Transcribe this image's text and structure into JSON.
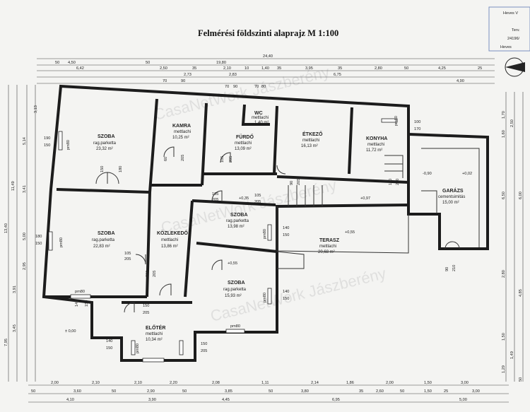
{
  "title": "Felmérési földszinti alaprajz M 1:100",
  "watermark": "CasaNetWork Jászberény",
  "stamp": [
    "Heves V",
    "Terv.",
    "24196/",
    "Heves"
  ],
  "rooms": [
    {
      "id": "szoba1",
      "name": "SZOBA",
      "sub": "rag.parketta",
      "area": "23,32 m²"
    },
    {
      "id": "kamra",
      "name": "KAMRA",
      "sub": "mettlachi",
      "area": "10,25 m²"
    },
    {
      "id": "wc",
      "name": "WC",
      "sub": "mettlachi",
      "area": "1,40 m²"
    },
    {
      "id": "furdo",
      "name": "FÜRDŐ",
      "sub": "mettlachi",
      "area": "13,09 m²"
    },
    {
      "id": "etkezo",
      "name": "ÉTKEZŐ",
      "sub": "mettlachi",
      "area": "16,13 m²"
    },
    {
      "id": "konyha",
      "name": "KONYHA",
      "sub": "mettlachi",
      "area": "11,72 m²"
    },
    {
      "id": "szoba2",
      "name": "SZOBA",
      "sub": "rag.parketta",
      "area": "22,83 m²"
    },
    {
      "id": "kozlekedo",
      "name": "KÖZLEKEDŐ",
      "sub": "mettlachi",
      "area": "13,86 m²"
    },
    {
      "id": "szoba3",
      "name": "SZOBA",
      "sub": "rag.parketta",
      "area": "13,98 m²"
    },
    {
      "id": "terasz",
      "name": "TERASZ",
      "sub": "mettlachi",
      "area": "20,68 m²"
    },
    {
      "id": "garazs",
      "name": "GARÁZS",
      "sub": "cementsimitás",
      "area": "15,00 m²"
    },
    {
      "id": "szoba4",
      "name": "SZOBA",
      "sub": "rag.parketta",
      "area": "15,93 m²"
    },
    {
      "id": "eloter",
      "name": "ELŐTÉR",
      "sub": "mettlachi",
      "area": "10,34 m²"
    }
  ],
  "dims_top_1": [
    "50",
    "4,50",
    "50",
    "2,50",
    "35",
    "2,10",
    "10",
    "1,40",
    "35",
    "3,95",
    "35",
    "2,80",
    "50",
    "4,25",
    "25"
  ],
  "dims_top_2": [
    "6,42",
    "2,73",
    "2,83",
    "6,75",
    "4,90"
  ],
  "dims_top_3": [
    "24,40",
    "19,80"
  ],
  "dims_top_4": [
    "70",
    "90",
    "70",
    "90",
    "70",
    "80"
  ],
  "dims_bottom_1": [
    "2,00",
    "2,10",
    "2,10",
    "2,20",
    "2,08",
    "1,11",
    "2,14",
    "1,86",
    "2,00",
    "1,50",
    "3,00"
  ],
  "dims_bottom_2": [
    "50",
    "3,60",
    "50",
    "2,90",
    "50",
    "3,85",
    "50",
    "3,80",
    "35",
    "2,60",
    "50",
    "1,50",
    "25",
    "3,00"
  ],
  "dims_bottom_3": [
    "4,10",
    "3,90",
    "4,45",
    "6,95",
    "5,00"
  ],
  "dims_left_1": [
    "3,13",
    "5,14",
    "3,41",
    "5,00",
    "2,95",
    "3,45",
    "3,91"
  ],
  "dims_left_2": [
    "11,49",
    "13,40",
    "7,95"
  ],
  "dims_left_3": [
    "190",
    "150",
    "180",
    "150"
  ],
  "dims_right": [
    "1,70",
    "1,60",
    "2,50",
    "6,50",
    "6,00",
    "2,80",
    "4,85",
    "1,50",
    "1,49",
    "1,29",
    "50"
  ],
  "openings": [
    "pm80",
    "pm80",
    "pm80",
    "pm80",
    "pm80",
    "pm80",
    "pm80",
    "pm60",
    "100",
    "170"
  ],
  "door_tags": [
    "150",
    "180",
    "60",
    "205",
    "105",
    "205",
    "105",
    "205",
    "105",
    "205",
    "90",
    "205",
    "105",
    "205",
    "200",
    "205",
    "100",
    "210",
    "90",
    "210",
    "140",
    "150",
    "140",
    "150",
    "140",
    "150",
    "140",
    "150",
    "150",
    "205",
    "150",
    "205"
  ],
  "levels": [
    "± 0,00",
    "+0,35",
    "-0,90",
    "+0,02",
    "+0,97",
    "+0,55",
    "+0,55"
  ]
}
